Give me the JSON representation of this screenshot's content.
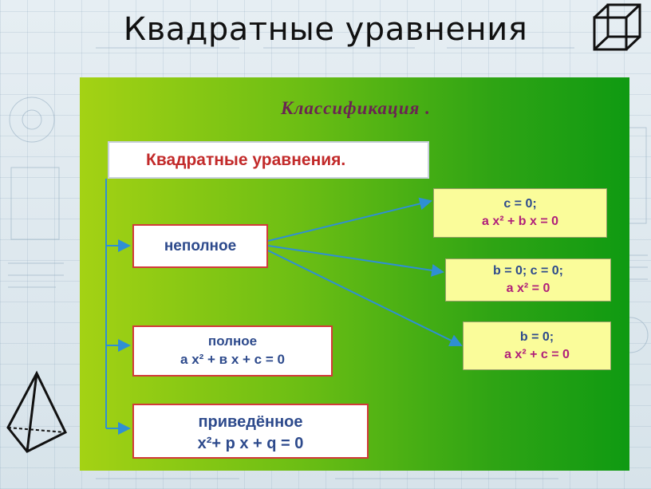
{
  "page_title": "Квадратные уравнения",
  "diagram": {
    "subtitle": "Классификация .",
    "root": "Квадратные уравнения.",
    "types": {
      "incomplete": "неполное",
      "complete_label": "полное",
      "complete_eq": "а х² + в х + с = 0",
      "reduced_label": "приведённое",
      "reduced_eq": "х²+ р х + q = 0"
    },
    "cases": [
      {
        "condition": "c = 0;",
        "equation": "a x² + b x = 0"
      },
      {
        "condition": "b = 0; c = 0;",
        "equation": "a x² = 0"
      },
      {
        "condition": "b = 0;",
        "equation": "a x² + c = 0"
      }
    ]
  },
  "colors": {
    "panel_left": "#a4d214",
    "panel_right": "#0f9a12",
    "root_text": "#c22a2a",
    "type_text": "#2d4a8c",
    "case_fill": "#fafc9a",
    "case_equation": "#b0207a",
    "connector": "#2f8fd4"
  },
  "icons": [
    "cube-icon",
    "pyramid-icon"
  ]
}
